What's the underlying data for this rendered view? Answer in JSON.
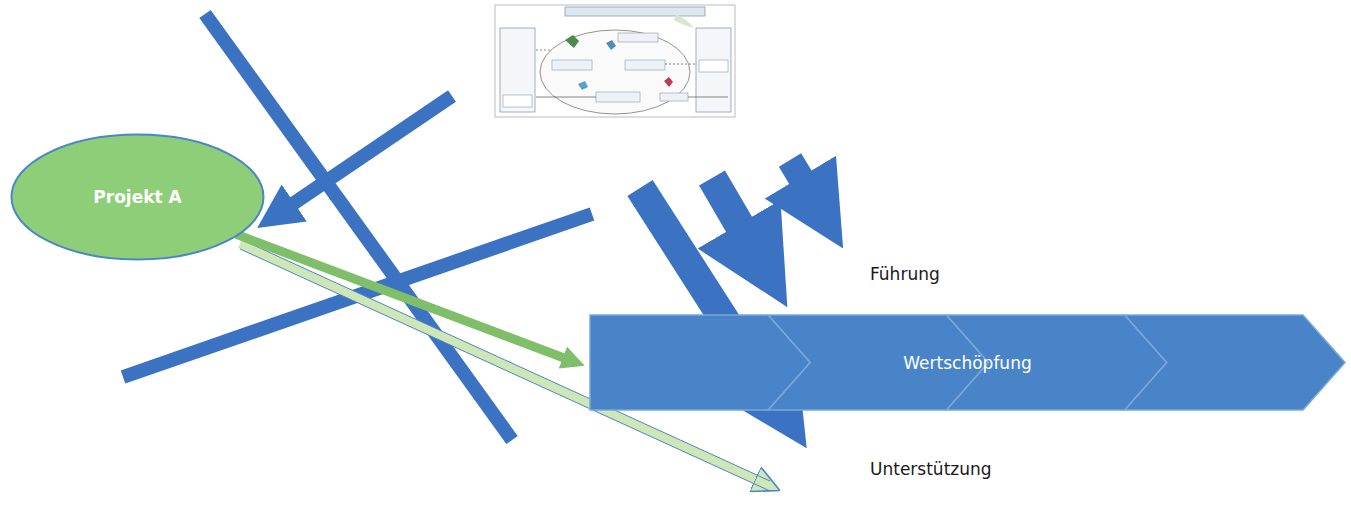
{
  "diagram": {
    "nodes": [
      {
        "text": [
          "Projekt A"
        ]
      },
      {
        "text": [
          "Wertschöpfung"
        ]
      }
    ],
    "edges": [
      {
        "from": 0,
        "to": 1,
        "arrow": "to"
      }
    ],
    "labels": [
      "Führung",
      "Unterstützung"
    ]
  }
}
